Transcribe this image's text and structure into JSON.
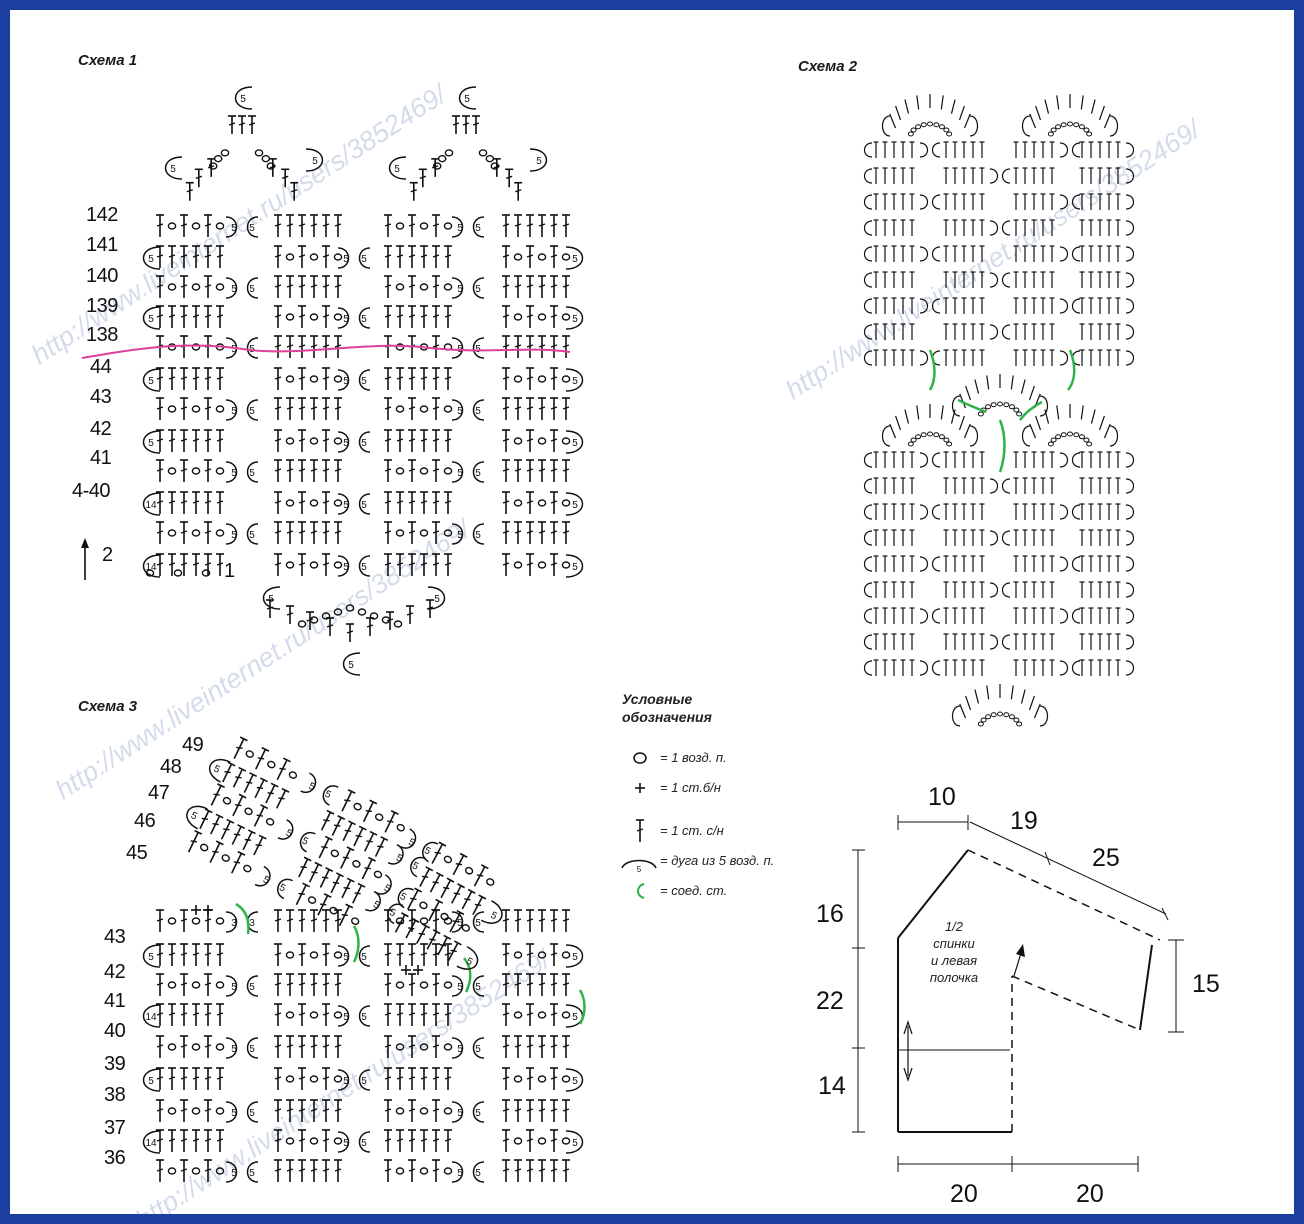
{
  "schemes": {
    "s1": {
      "title": "Схема 1",
      "rows": [
        "142",
        "141",
        "140",
        "139",
        "138",
        "44",
        "43",
        "42",
        "41",
        "4-40",
        "2",
        "1"
      ]
    },
    "s2": {
      "title": "Схема 2"
    },
    "s3": {
      "title": "Схема 3",
      "rows": [
        "49",
        "48",
        "47",
        "46",
        "45",
        "43",
        "42",
        "41",
        "40",
        "39",
        "38",
        "37",
        "36"
      ]
    }
  },
  "legend": {
    "title_line1": "Условные",
    "title_line2": "обозначения",
    "items": [
      {
        "symbol": "chain-stitch-icon",
        "text": "= 1 возд. п."
      },
      {
        "symbol": "single-crochet-icon",
        "text": "= 1 ст.б/н"
      },
      {
        "symbol": "double-crochet-icon",
        "text": "= 1 ст. с/н"
      },
      {
        "symbol": "chain-arc-5-icon",
        "text": "= дуга из 5 возд. п."
      },
      {
        "symbol": "slip-stitch-icon",
        "text": "= соед. ст."
      }
    ]
  },
  "pattern": {
    "label_line1": "1/2",
    "label_line2": "спинки",
    "label_line3": "и левая",
    "label_line4": "полочка",
    "dims": [
      "10",
      "19",
      "25",
      "16",
      "22",
      "14",
      "15",
      "20",
      "20"
    ]
  },
  "watermark": "http://www.liveinternet.ru/users/3852469/",
  "colors": {
    "frame": "#1a3f9e",
    "row_divider": "#e0409a",
    "slip_stitch": "#2fb24a"
  }
}
